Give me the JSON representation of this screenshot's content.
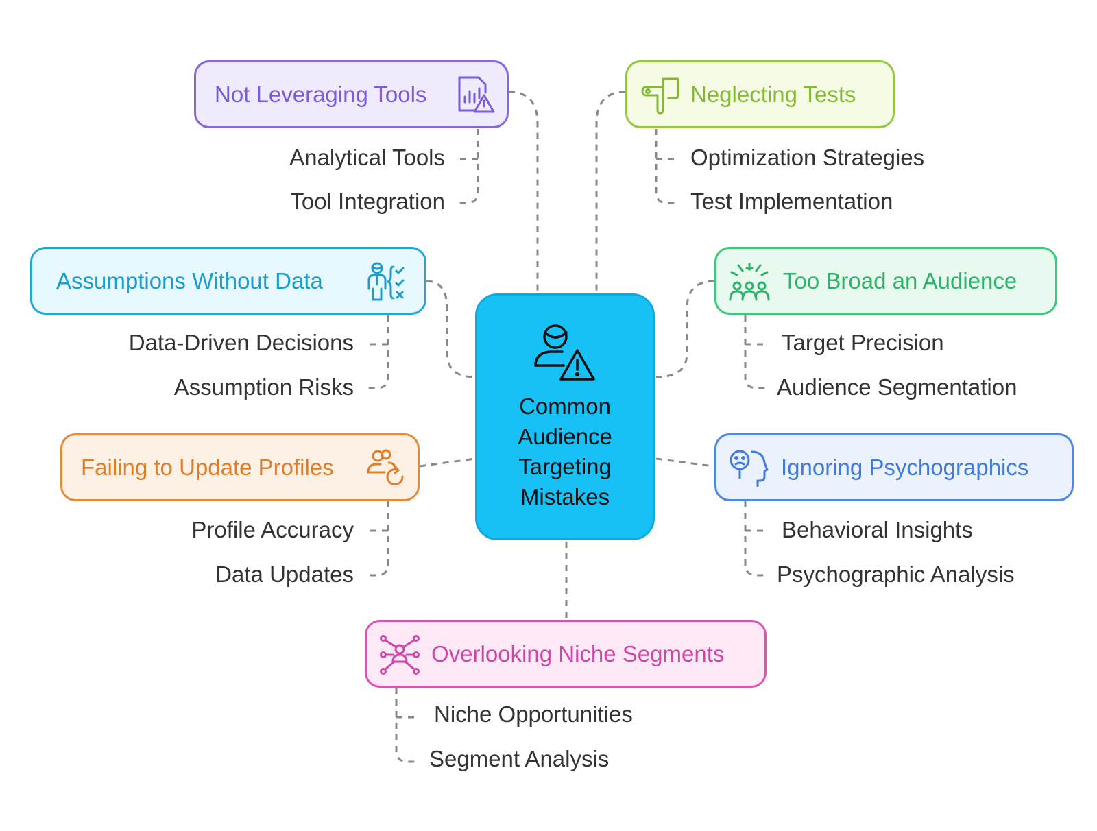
{
  "center": {
    "title": "Common\nAudience\nTargeting\nMistakes",
    "icon": "person-warning-icon"
  },
  "colors": {
    "connector": "#888888",
    "tools": {
      "border": "#8566e0",
      "fill": "#efeafc",
      "text": "#7a5cd8"
    },
    "tests": {
      "border": "#92c83e",
      "fill": "#f6fbe6",
      "text": "#84b935"
    },
    "assumptions": {
      "border": "#1fa8d4",
      "fill": "#e7f8fe",
      "text": "#1c9dcb"
    },
    "broad": {
      "border": "#3fc77b",
      "fill": "#e8f9ef",
      "text": "#2fb36a"
    },
    "profiles": {
      "border": "#e58a3a",
      "fill": "#fdf1e5",
      "text": "#e07d27"
    },
    "psycho": {
      "border": "#4e88e0",
      "fill": "#ebf2fd",
      "text": "#3f7bd9"
    },
    "niche": {
      "border": "#d955b0",
      "fill": "#fde9f6",
      "text": "#cf45a5"
    }
  },
  "topics": {
    "tools": {
      "title": "Not Leveraging Tools",
      "icon": "chart-warning-icon",
      "subs": [
        "Analytical Tools",
        "Tool Integration"
      ]
    },
    "tests": {
      "title": "Neglecting Tests",
      "icon": "pipe-flow-icon",
      "subs": [
        "Optimization Strategies",
        "Test Implementation"
      ]
    },
    "assumptions": {
      "title": "Assumptions Without Data",
      "icon": "person-checklist-icon",
      "subs": [
        "Data-Driven Decisions",
        "Assumption Risks"
      ]
    },
    "broad": {
      "title": "Too Broad an Audience",
      "icon": "audience-group-icon",
      "subs": [
        "Target Precision",
        "Audience Segmentation"
      ]
    },
    "profiles": {
      "title": "Failing to Update Profiles",
      "icon": "users-refresh-icon",
      "subs": [
        "Profile Accuracy",
        "Data Updates"
      ]
    },
    "psycho": {
      "title": "Ignoring Psychographics",
      "icon": "head-thought-icon",
      "subs": [
        "Behavioral Insights",
        "Psychographic Analysis"
      ]
    },
    "niche": {
      "title": "Overlooking Niche Segments",
      "icon": "network-users-icon",
      "subs": [
        "Niche Opportunities",
        "Segment Analysis"
      ]
    }
  }
}
